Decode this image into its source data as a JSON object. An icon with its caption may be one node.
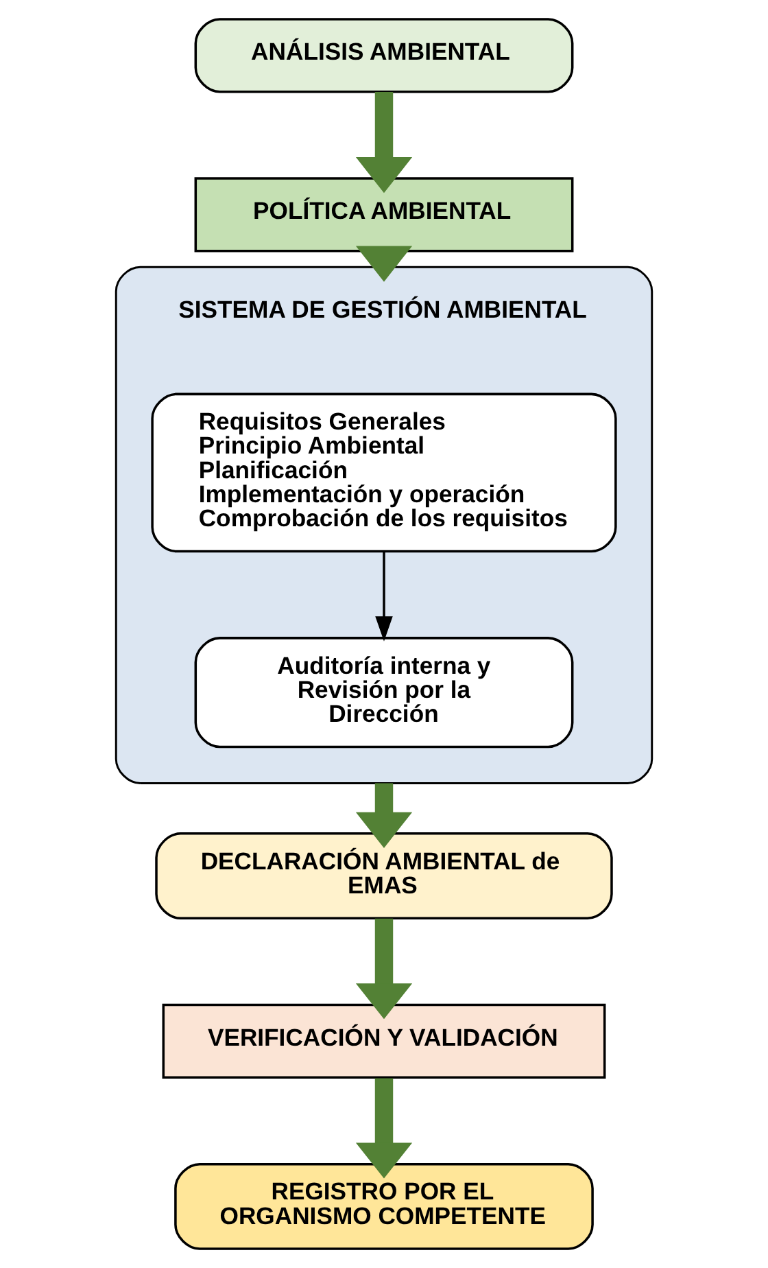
{
  "diagram": {
    "nodes": [
      {
        "text": [
          "ANÁLISIS AMBIENTAL"
        ]
      },
      {
        "text": [
          "POLÍTICA AMBIENTAL"
        ]
      },
      {
        "text": [
          "SISTEMA DE GESTIÓN AMBIENTAL"
        ]
      },
      {
        "text": [
          "Requisitos Generales",
          "Principio Ambiental",
          "Planificación",
          "Implementación y operación",
          "Comprobación de los requisitos"
        ],
        "in": 2
      },
      {
        "text": [
          "Auditoría interna y Revisión por la Dirección"
        ],
        "in": 2
      },
      {
        "text": [
          "DECLARACIÓN AMBIENTAL de EMAS"
        ]
      },
      {
        "text": [
          "VERIFICACIÓN Y VALIDACIÓN"
        ]
      },
      {
        "text": [
          "REGISTRO POR EL ORGANISMO COMPETENTE"
        ]
      }
    ],
    "edges": [
      {
        "from": 0,
        "to": 1,
        "arrow": "to"
      },
      {
        "from": 1,
        "to": 2,
        "arrow": "to"
      },
      {
        "from": 3,
        "to": 4,
        "arrow": "to",
        "color": "#000000"
      },
      {
        "from": 2,
        "to": 5,
        "arrow": "to"
      },
      {
        "from": 5,
        "to": 6,
        "arrow": "to"
      },
      {
        "from": 6,
        "to": 7,
        "arrow": "to"
      }
    ]
  }
}
